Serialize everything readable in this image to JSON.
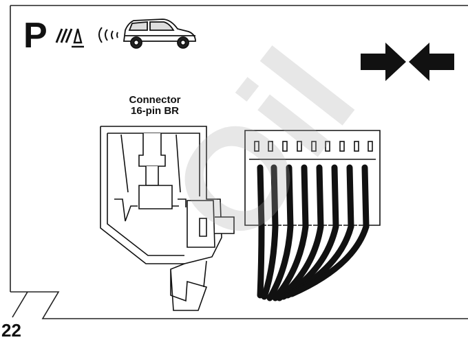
{
  "connector": {
    "title": "Connector",
    "subtitle": "16-pin BR"
  },
  "page_number": "22",
  "watermark": "Oil",
  "park_symbol_letter": "P",
  "icons": {
    "park_assist": "parking-sensor-icon",
    "car": "car-icon",
    "push_together": "push-together-arrows-icon"
  },
  "colors": {
    "line": "#111111",
    "fill": "#ffffff",
    "watermark": "#c8c8c8"
  }
}
